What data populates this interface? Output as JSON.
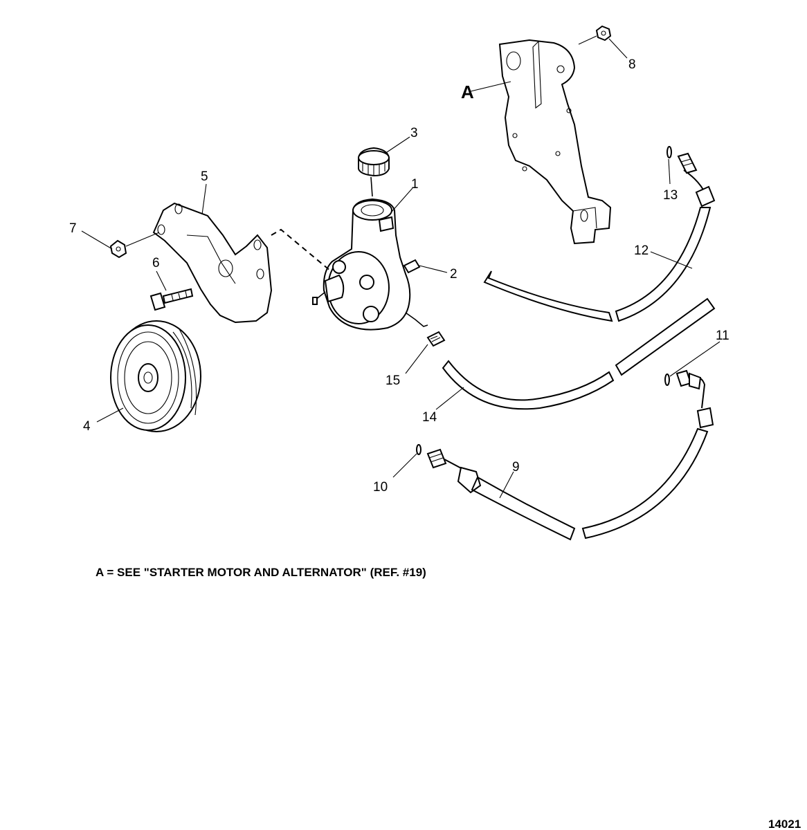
{
  "diagram": {
    "callouts": {
      "c1": "1",
      "c2": "2",
      "c3": "3",
      "c4": "4",
      "c5": "5",
      "c6": "6",
      "c7": "7",
      "c8": "8",
      "c9": "9",
      "c10": "10",
      "c11": "11",
      "c12": "12",
      "c13": "13",
      "c14": "14",
      "c15": "15",
      "cA": "A"
    },
    "note": "A = SEE \"STARTER MOTOR AND ALTERNATOR\" (REF. #19)",
    "figure_number": "14021"
  }
}
